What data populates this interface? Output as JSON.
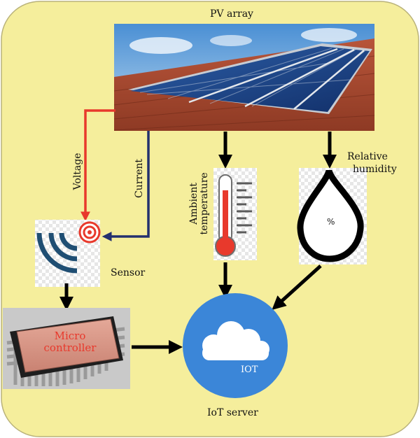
{
  "labels": {
    "pv_array": "PV array",
    "voltage": "Voltage",
    "current": "Current",
    "ambient_line1": "Ambient",
    "ambient_line2": "temperature",
    "relative_line1": "Relative",
    "relative_line2": "humidity",
    "percent": "%",
    "sensor": "Sensor",
    "micro_line1": "Micro",
    "micro_line2": "controller",
    "iot": "IOT",
    "iot_server": "IoT server"
  },
  "colors": {
    "background": "#f5ee9c",
    "voltage_line": "#e8392c",
    "current_line": "#23306e",
    "arrow_black": "#000000",
    "cloud_circle": "#3b86d8",
    "chip_body": "#d9968a"
  },
  "icons": [
    "solar-panel-photo",
    "thermometer-icon",
    "water-drop-icon",
    "sensor-signal-icon",
    "microcontroller-chip-icon",
    "cloud-icon"
  ]
}
